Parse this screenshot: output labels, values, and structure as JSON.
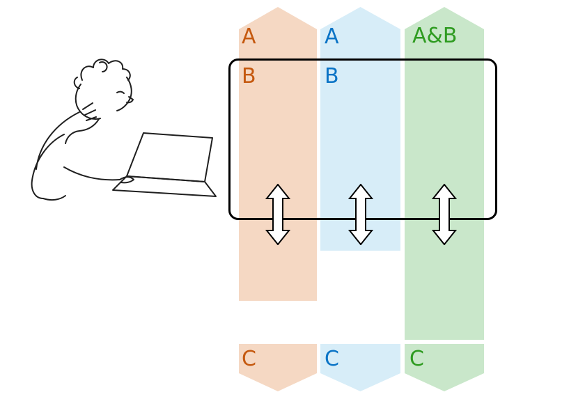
{
  "illustration": {
    "name": "person-thinking-at-laptop"
  },
  "icons": {
    "double_arrow_icon": "vertical double-headed arrow"
  },
  "box": {
    "border_color": "#000000"
  },
  "columns": [
    {
      "id": "col-a",
      "top_label": "A",
      "box_label": "B",
      "bottom_label": "C",
      "fill": "#f5d8c3",
      "label_color": "#c5590f"
    },
    {
      "id": "col-b",
      "top_label": "A",
      "box_label": "B",
      "bottom_label": "C",
      "fill": "#d7edf8",
      "label_color": "#0b74c6"
    },
    {
      "id": "col-ab",
      "top_label": "A&B",
      "bottom_label": "C",
      "fill": "#c9e7ca",
      "label_color": "#2e9b20"
    }
  ]
}
